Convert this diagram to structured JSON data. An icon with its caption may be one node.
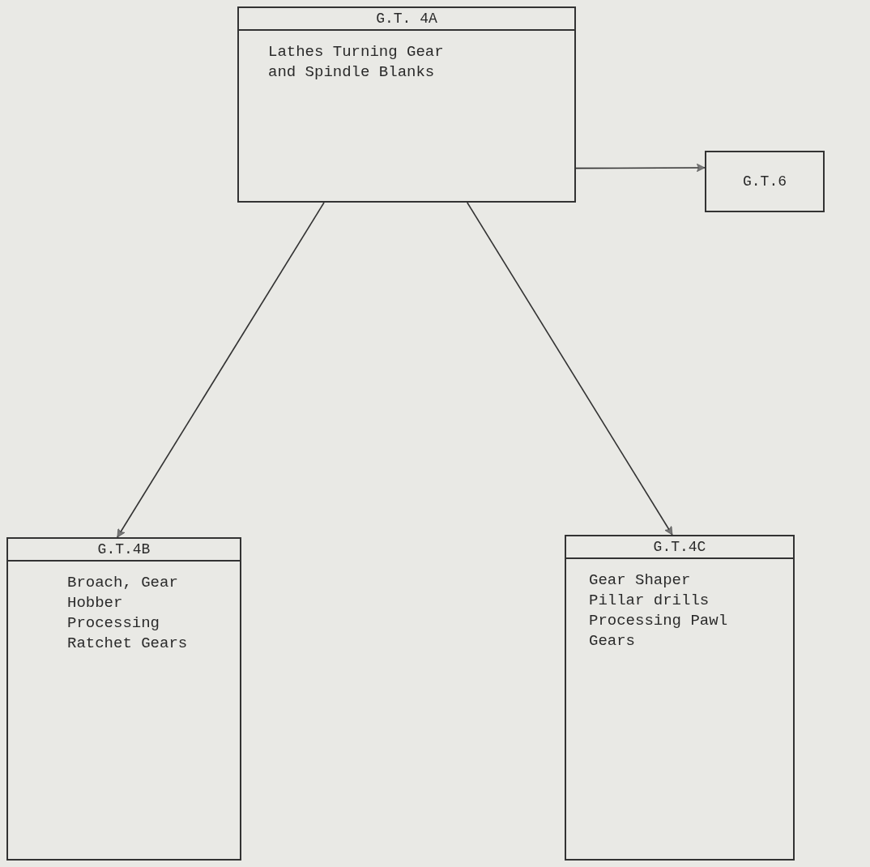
{
  "diagram": {
    "nodes": [
      {
        "text": [
          "G.T. 4A",
          "Lathes Turning Gear and Spindle Blanks"
        ]
      },
      {
        "text": [
          "G.T.6"
        ]
      },
      {
        "text": [
          "G.T.4B",
          "Broach, Gear Hobber Processing Ratchet Gears"
        ]
      },
      {
        "text": [
          "G.T.4C",
          "Gear Shaper Pillar drills Processing Pawl Gears"
        ]
      }
    ],
    "edges": [
      {
        "from": 0,
        "to": 1,
        "arrow": "to"
      },
      {
        "from": 0,
        "to": 2,
        "arrow": "to"
      },
      {
        "from": 0,
        "to": 3,
        "arrow": "to"
      }
    ]
  }
}
